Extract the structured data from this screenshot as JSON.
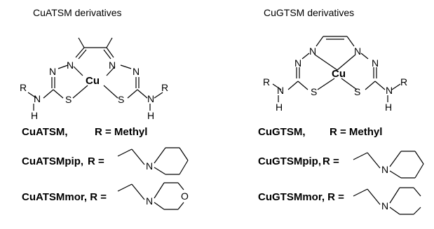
{
  "left": {
    "title": "CuATSM derivatives",
    "rows": [
      {
        "name": "CuATSM,",
        "r_text": "R = Methyl"
      },
      {
        "name": "CuATSMpip,",
        "r_text": "R ="
      },
      {
        "name": "CuATSMmor, R =",
        "r_text": ""
      }
    ]
  },
  "right": {
    "title": "CuGTSM derivatives",
    "rows": [
      {
        "name": "CuGTSM,",
        "r_text": "R = Methyl"
      },
      {
        "name": "CuGTSMpip,",
        "r_text": "R ="
      },
      {
        "name": "CuGTSMmor, R =",
        "r_text": ""
      }
    ]
  },
  "atoms": {
    "N": "N",
    "S": "S",
    "H": "H",
    "R": "R",
    "Cu": "Cu",
    "O": "O"
  }
}
